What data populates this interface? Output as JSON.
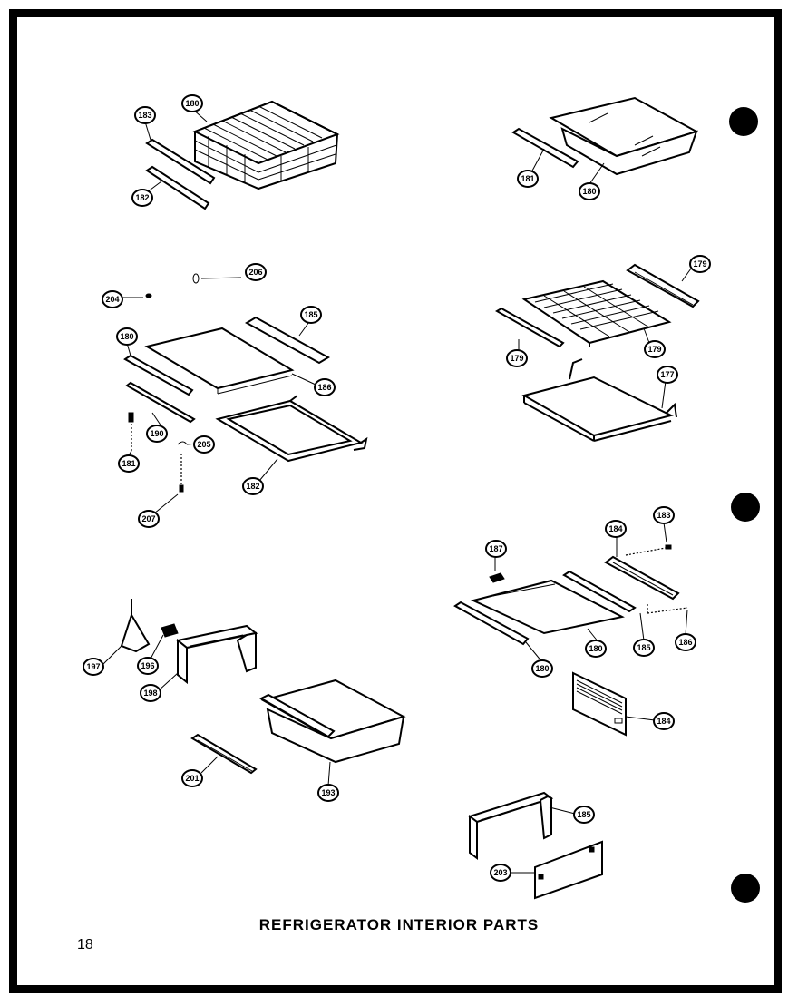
{
  "title": "REFRIGERATOR INTERIOR PARTS",
  "page_number": "18",
  "callouts": {
    "c_basket_183": "183",
    "c_basket_180": "180",
    "c_basket_182": "182",
    "c_crisper_181": "181",
    "c_crisper_180": "180",
    "c_shelf_206_top": "206",
    "c_shelf_204": "204",
    "c_shelf_185": "185",
    "c_shelf_180a": "180",
    "c_shelf_186": "186",
    "c_shelf_190": "190",
    "c_shelf_205": "205",
    "c_shelf_181": "181",
    "c_shelf_182": "182",
    "c_shelf_207": "207",
    "c_wire_179_top": "179",
    "c_wire_179_left": "179",
    "c_wire_179_right": "179",
    "c_wire_177": "177",
    "c_glass_187": "187",
    "c_glass_184": "184",
    "c_glass_183": "183",
    "c_glass_180": "180",
    "c_glass_180b": "180",
    "c_glass_185": "185",
    "c_glass_186": "186",
    "c_panel_184": "184",
    "c_fr_197": "197",
    "c_fr_196": "196",
    "c_fr_198": "198",
    "c_fr_201": "201",
    "c_fr_193": "193",
    "c_br_185": "185",
    "c_br_203": "203"
  }
}
